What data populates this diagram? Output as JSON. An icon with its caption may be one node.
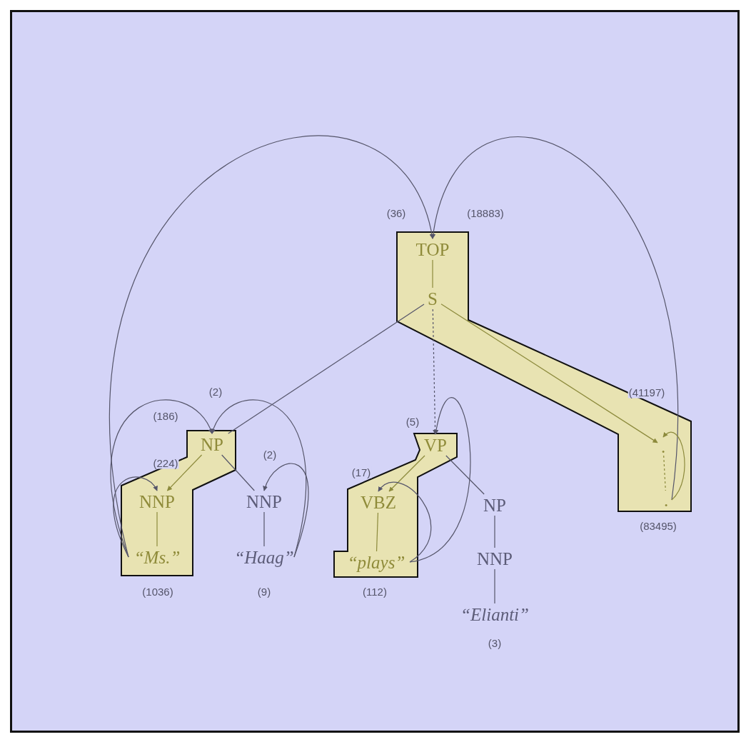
{
  "diagram": {
    "nodes": [
      {
        "text": [
          "TOP"
        ]
      },
      {
        "text": [
          "S"
        ]
      },
      {
        "text": [
          "NP"
        ]
      },
      {
        "text": [
          "NNP"
        ]
      },
      {
        "text": [
          "“Ms.”"
        ],
        "beside": [
          "(1036)"
        ]
      },
      {
        "text": [
          "NNP"
        ]
      },
      {
        "text": [
          "“Haag”"
        ],
        "beside": [
          "(9)"
        ]
      },
      {
        "text": [
          "VP"
        ]
      },
      {
        "text": [
          "VBZ"
        ]
      },
      {
        "text": [
          "“plays”"
        ],
        "beside": [
          "(112)"
        ]
      },
      {
        "text": [
          "NP"
        ]
      },
      {
        "text": [
          "NNP"
        ]
      },
      {
        "text": [
          "“Elianti”"
        ],
        "beside": [
          "(3)"
        ]
      },
      {
        "text": [
          "."
        ]
      },
      {
        "text": [
          "."
        ],
        "beside": [
          "(83495)"
        ]
      }
    ],
    "edges": [
      {
        "from": 0,
        "to": 1,
        "arrow": "none",
        "color": "#8c8a3c"
      },
      {
        "from": 1,
        "to": 2,
        "arrow": "none"
      },
      {
        "from": 1,
        "to": 7,
        "arrow": "to",
        "label": "(5)",
        "style": "dashed"
      },
      {
        "from": 1,
        "to": 13,
        "arrow": "to",
        "label": "(41197)",
        "color": "#8c8a3c"
      },
      {
        "from": 2,
        "to": 3,
        "arrow": "to",
        "label": "(224)",
        "color": "#8c8a3c"
      },
      {
        "from": 2,
        "to": 5,
        "arrow": "none"
      },
      {
        "from": 3,
        "to": 4,
        "arrow": "none",
        "color": "#8c8a3c"
      },
      {
        "from": 5,
        "to": 6,
        "arrow": "none"
      },
      {
        "from": 7,
        "to": 8,
        "arrow": "to",
        "label": "(17)",
        "color": "#8c8a3c"
      },
      {
        "from": 7,
        "to": 10,
        "arrow": "none"
      },
      {
        "from": 8,
        "to": 9,
        "arrow": "none",
        "color": "#8c8a3c"
      },
      {
        "from": 10,
        "to": 11,
        "arrow": "none"
      },
      {
        "from": 11,
        "to": 12,
        "arrow": "none"
      },
      {
        "from": 13,
        "to": 14,
        "arrow": "none",
        "style": "dashed",
        "color": "#8c8a3c"
      },
      {
        "from": 4,
        "to": 0,
        "arrow": "to",
        "label": "(36)"
      },
      {
        "from": 14,
        "to": 0,
        "arrow": "to",
        "label": "(18883)"
      },
      {
        "from": 4,
        "to": 2,
        "arrow": "to",
        "label": "(186)"
      },
      {
        "from": 4,
        "to": 3,
        "arrow": "to"
      },
      {
        "from": 6,
        "to": 2,
        "arrow": "to",
        "label": "(2)"
      },
      {
        "from": 6,
        "to": 5,
        "arrow": "to",
        "label": "(2)"
      },
      {
        "from": 9,
        "to": 7,
        "arrow": "to"
      },
      {
        "from": 9,
        "to": 8,
        "arrow": "to"
      },
      {
        "from": 14,
        "to": 13,
        "arrow": "to",
        "color": "#8c8a3c"
      }
    ]
  }
}
